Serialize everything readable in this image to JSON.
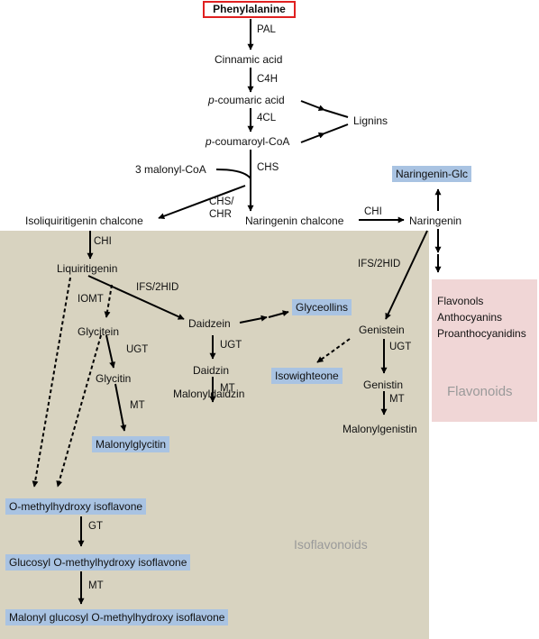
{
  "start": "Phenylalanine",
  "enzymes": {
    "pal": "PAL",
    "c4h": "C4H",
    "cl4": "4CL",
    "chs": "CHS",
    "chs_chr_1": "CHS/",
    "chs_chr_2": "CHR",
    "chi_top": "CHI",
    "chi_left": "CHI",
    "ifs_left": "IFS/2HID",
    "ifs_right": "IFS/2HID",
    "iomt": "IOMT",
    "ugt_glycitein": "UGT",
    "mt_glycitin": "MT",
    "ugt_daidzein": "UGT",
    "mt_daidzin": "MT",
    "ugt_genistein": "UGT",
    "mt_genistin": "MT",
    "gt": "GT",
    "mt_bottom": "MT"
  },
  "compounds": {
    "cinnamic_acid": "Cinnamic acid",
    "p_coumaric_prefix": "p",
    "p_coumaric_rest": "-coumaric acid",
    "p_coumaroyl_prefix": "p",
    "p_coumaroyl_rest": "-coumaroyl-CoA",
    "lignins": "Lignins",
    "malonyl_coa": "3 malonyl-CoA",
    "naringenin_glc": "Naringenin-Glc",
    "isoliquiritigenin": "Isoliquiritigenin chalcone",
    "naringenin_chalcone": "Naringenin chalcone",
    "naringenin": "Naringenin",
    "liquiritigenin": "Liquiritigenin",
    "glycitein": "Glycitein",
    "glycitin": "Glycitin",
    "malonylglycitin": "Malonylglycitin",
    "daidzein": "Daidzein",
    "daidzin": "Daidzin",
    "malonyldaidzin": "Malonyldaidzin",
    "glyceollins": "Glyceollins",
    "genistein": "Genistein",
    "isowighteone": "Isowighteone",
    "genistin": "Genistin",
    "malonylgenistin": "Malonylgenistin",
    "o_methylhydroxy": "O-methylhydroxy isoflavone",
    "glucosyl": "Glucosyl O-methylhydroxy isoflavone",
    "malonyl_glucosyl": "Malonyl glucosyl O-methylhydroxy isoflavone"
  },
  "flavonoid_box": {
    "items": [
      "Flavonols",
      "Anthocyanins",
      "Proanthocyanidins"
    ],
    "label": "Flavonoids"
  },
  "isoflavonoids_label": "Isoflavonoids",
  "colors": {
    "isoflavonoid_region": "#d8d3c0",
    "flavonoid_region": "#f0d6d6",
    "highlight_box": "#a9c3e2",
    "start_border": "#e02020"
  }
}
